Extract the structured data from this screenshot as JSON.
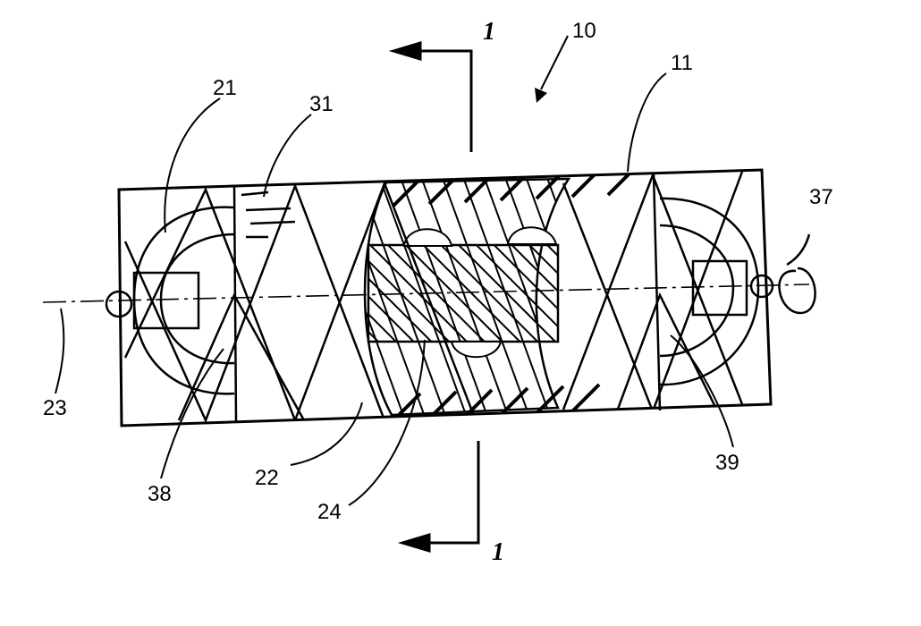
{
  "figure": {
    "section_marker_top": "1",
    "section_marker_bottom": "1"
  },
  "labels": {
    "assembly": "10",
    "housing": "11",
    "end_bulb": "21",
    "window": "22",
    "axis": "23",
    "core": "24",
    "ridge": "31",
    "rotation": "37",
    "left_seal": "38",
    "right_seal": "39"
  },
  "colors": {
    "ink": "#000000",
    "paper": "#ffffff"
  }
}
